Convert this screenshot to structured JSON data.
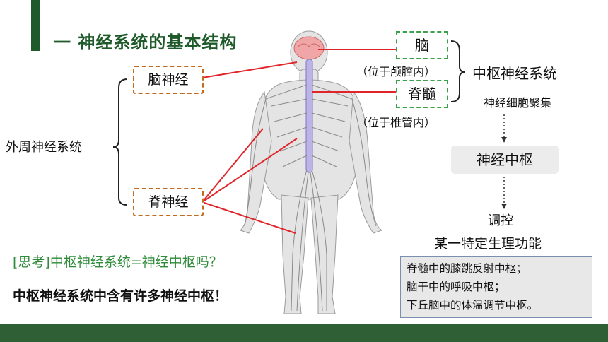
{
  "title": "一 神经系统的基本结构",
  "central": {
    "brain_label": "脑",
    "brain_note": "（位于颅腔内）",
    "spinal_label": "脊髓",
    "spinal_note": "（位于椎管内）",
    "system_label": "中枢神经系统"
  },
  "peripheral": {
    "system_label": "外周神经系统",
    "cranial_label": "脑神经",
    "spinal_nerve_label": "脊神经"
  },
  "flow": {
    "aggregation": "神经细胞聚集",
    "center": "神经中枢",
    "regulate": "调控",
    "function": "某一特定生理功能"
  },
  "examples": [
    "脊髓中的膝跳反射中枢；",
    "脑干中的呼吸中枢；",
    "下丘脑中的体温调节中枢。"
  ],
  "think": "[思考]中枢神经系统=神经中枢吗？",
  "conclusion": "中枢神经系统中含有许多神经中枢！",
  "colors": {
    "accent_green": "#1f5a2a",
    "think_green": "#2e8b3a",
    "line_red": "#e0252a",
    "box_orange": "#c46a1e",
    "box_green": "#3aa04a"
  },
  "icons": [
    "human-nervous-system-illustration"
  ]
}
